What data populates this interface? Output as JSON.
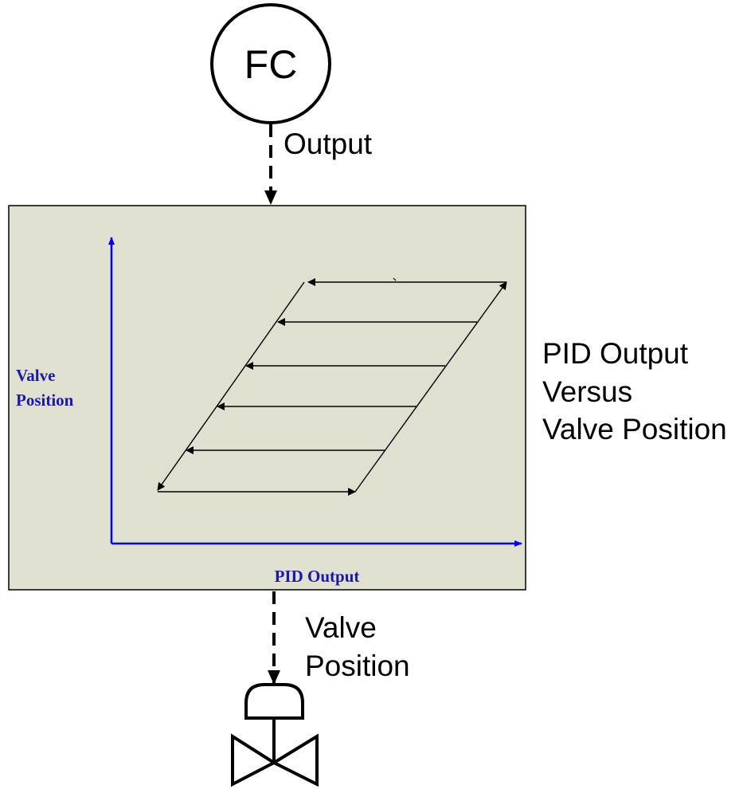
{
  "controller": {
    "tag": "FC"
  },
  "signals": {
    "controller_to_box": "Output",
    "box_to_valve_line1": "Valve",
    "box_to_valve_line2": "Position"
  },
  "plot": {
    "xlabel": "PID Output",
    "ylabel_line1": "Valve",
    "ylabel_line2": "Position",
    "background": "#e0e0d1",
    "axis_color": "#0000ee",
    "label_color": "#1a1aa6"
  },
  "caption": {
    "line1": "PID Output",
    "line2": "Versus",
    "line3": "Valve Position"
  },
  "valve": {
    "icon": "control-valve-icon"
  }
}
